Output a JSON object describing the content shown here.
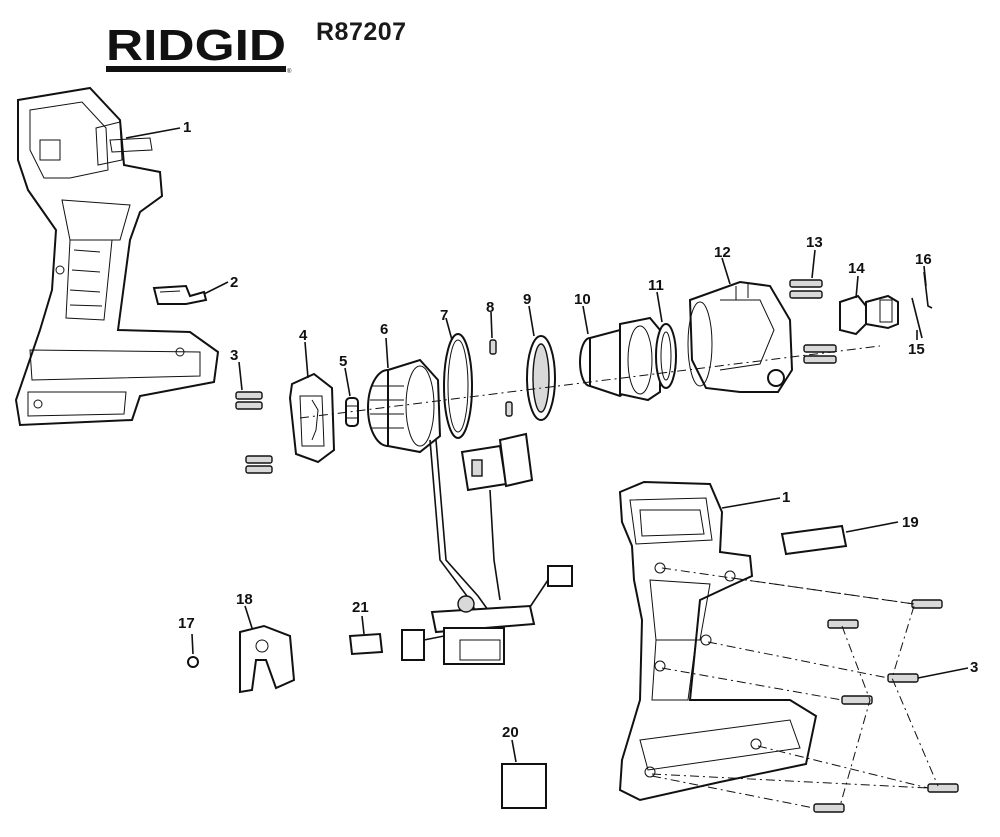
{
  "header": {
    "brand": "RIDGID",
    "model": "R87207"
  },
  "colors": {
    "ink": "#111111",
    "paper": "#ffffff",
    "shade": "#d9d9d9"
  },
  "callouts": [
    "1",
    "2",
    "3",
    "4",
    "5",
    "6",
    "7",
    "8",
    "9",
    "10",
    "11",
    "12",
    "13",
    "14",
    "15",
    "16",
    "17",
    "18",
    "19",
    "20",
    "21"
  ]
}
